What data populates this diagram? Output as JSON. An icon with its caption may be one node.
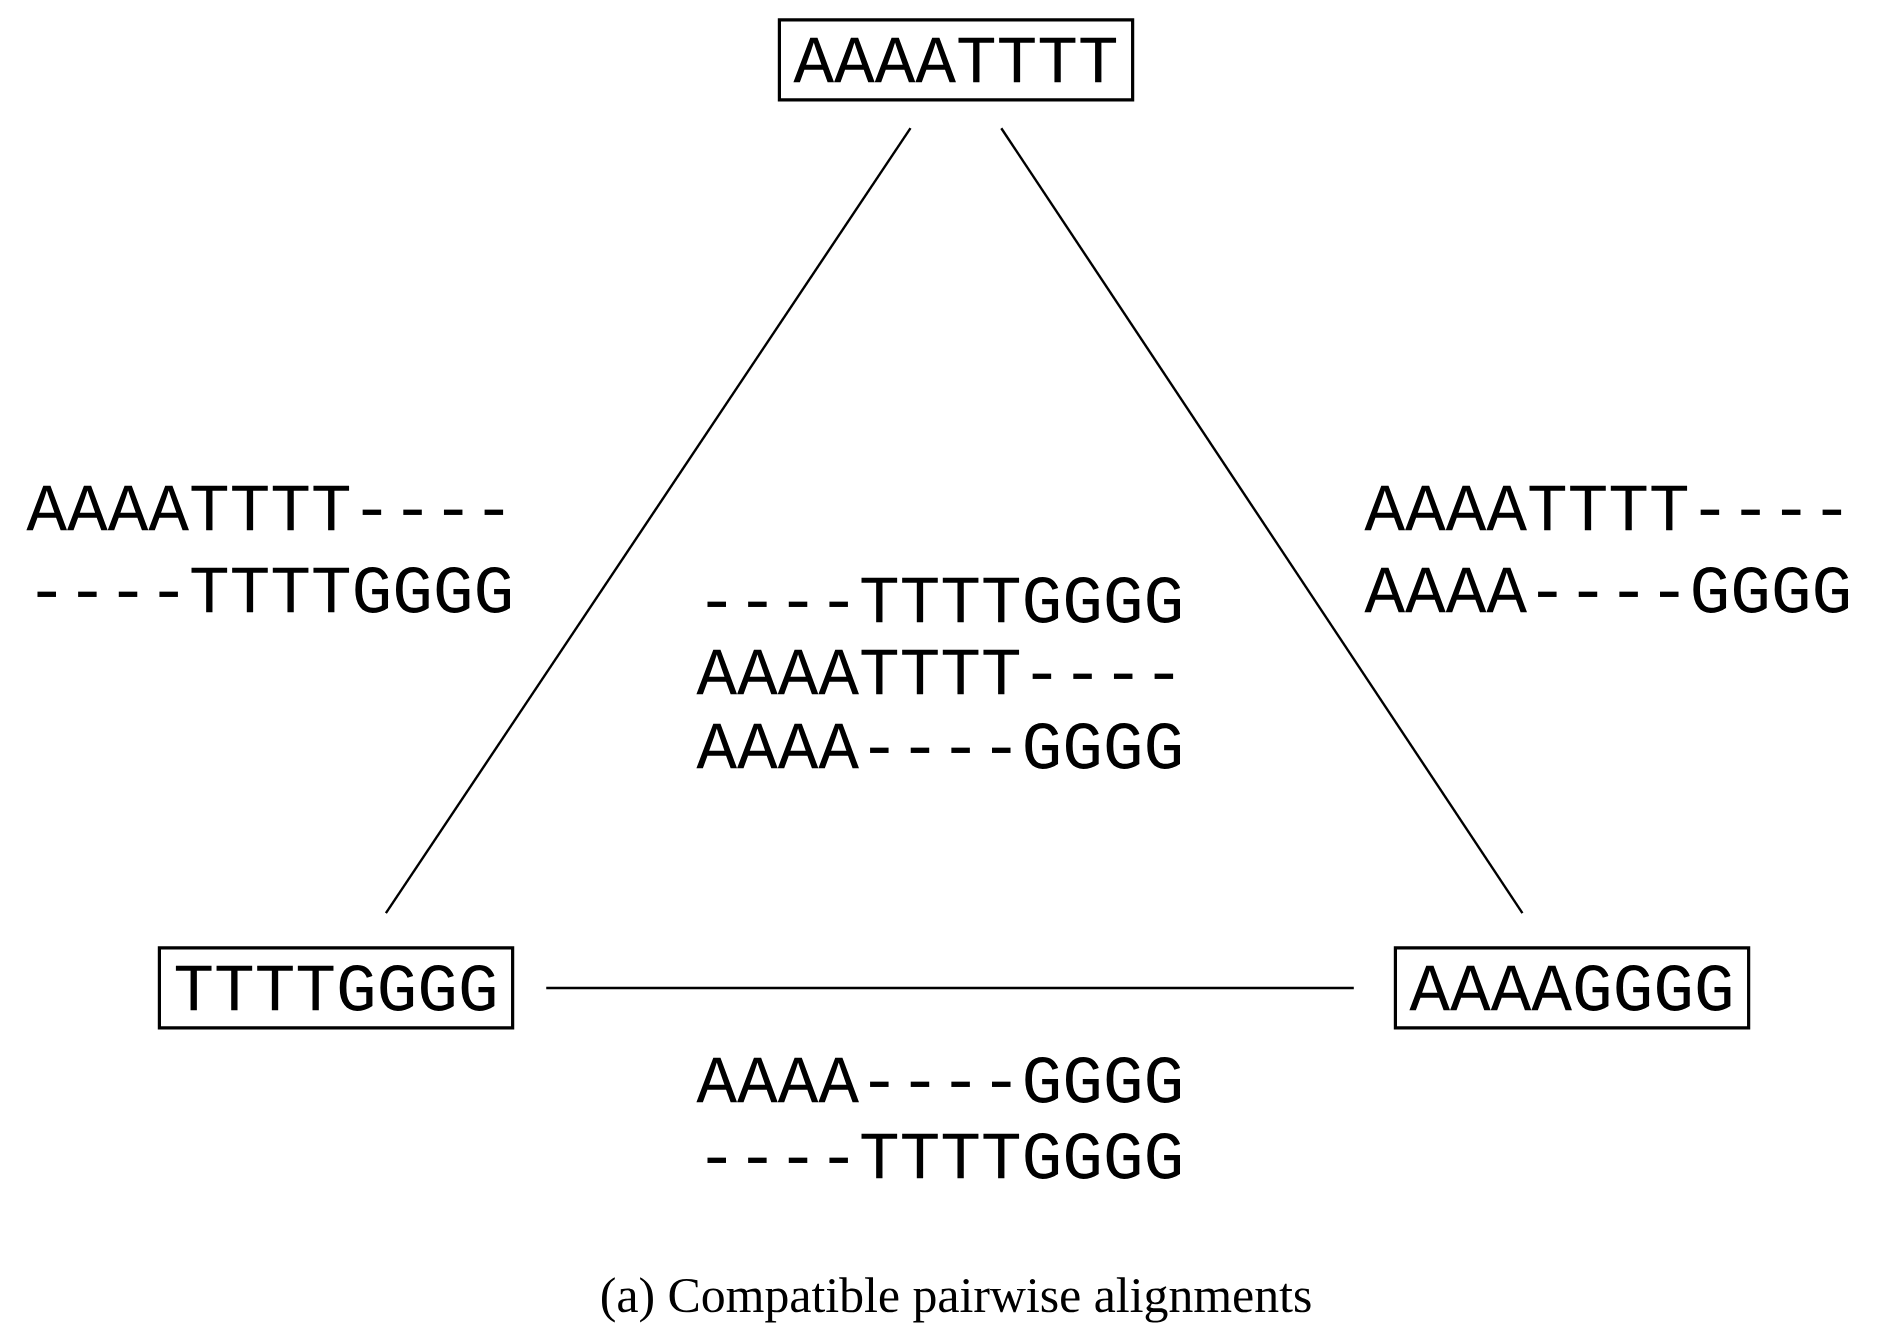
{
  "diagram": {
    "caption": "(a) Compatible pairwise alignments",
    "nodes": [
      {
        "text": [
          "AAAATTTT"
        ]
      },
      {
        "text": [
          "TTTTGGGG"
        ]
      },
      {
        "text": [
          "AAAAGGGG"
        ]
      }
    ],
    "edges": [
      {
        "from": 0,
        "to": 1,
        "arrow": "none"
      },
      {
        "from": 0,
        "to": 2,
        "arrow": "none"
      },
      {
        "from": 1,
        "to": 2,
        "arrow": "none"
      }
    ],
    "labels": [
      "AAAATTTT----",
      "AAAATTTT----",
      "----TTTTGGGG",
      "AAAA----GGGG",
      "----TTTTGGGG",
      "AAAATTTT----",
      "AAAA----GGGG",
      "AAAA----GGGG",
      "----TTTTGGGG"
    ]
  }
}
